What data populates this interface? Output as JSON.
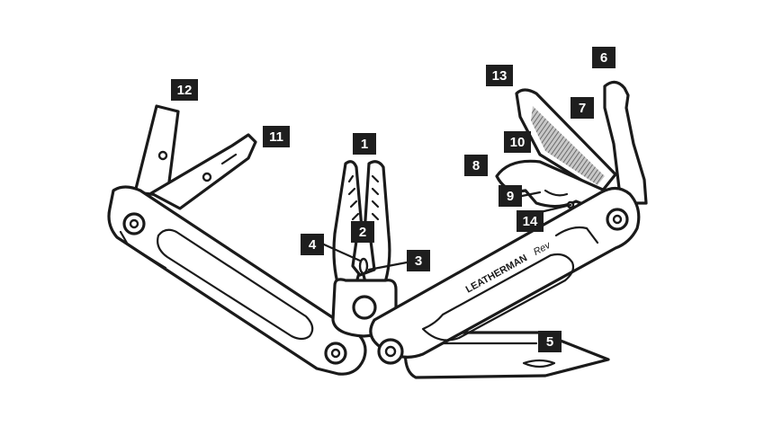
{
  "diagram": {
    "brand_text": "LEATHERMAN",
    "model_text": "Rev",
    "colors": {
      "ink": "#1a1a1a",
      "label_background": "#1e1e1e",
      "label_text": "#ffffff",
      "background": "#ffffff",
      "file_texture": "#7a7a7a"
    },
    "callouts": [
      {
        "number": "1"
      },
      {
        "number": "2"
      },
      {
        "number": "3"
      },
      {
        "number": "4"
      },
      {
        "number": "5"
      },
      {
        "number": "6"
      },
      {
        "number": "7"
      },
      {
        "number": "8"
      },
      {
        "number": "9"
      },
      {
        "number": "10"
      },
      {
        "number": "11"
      },
      {
        "number": "12"
      },
      {
        "number": "13"
      },
      {
        "number": "14"
      }
    ]
  }
}
